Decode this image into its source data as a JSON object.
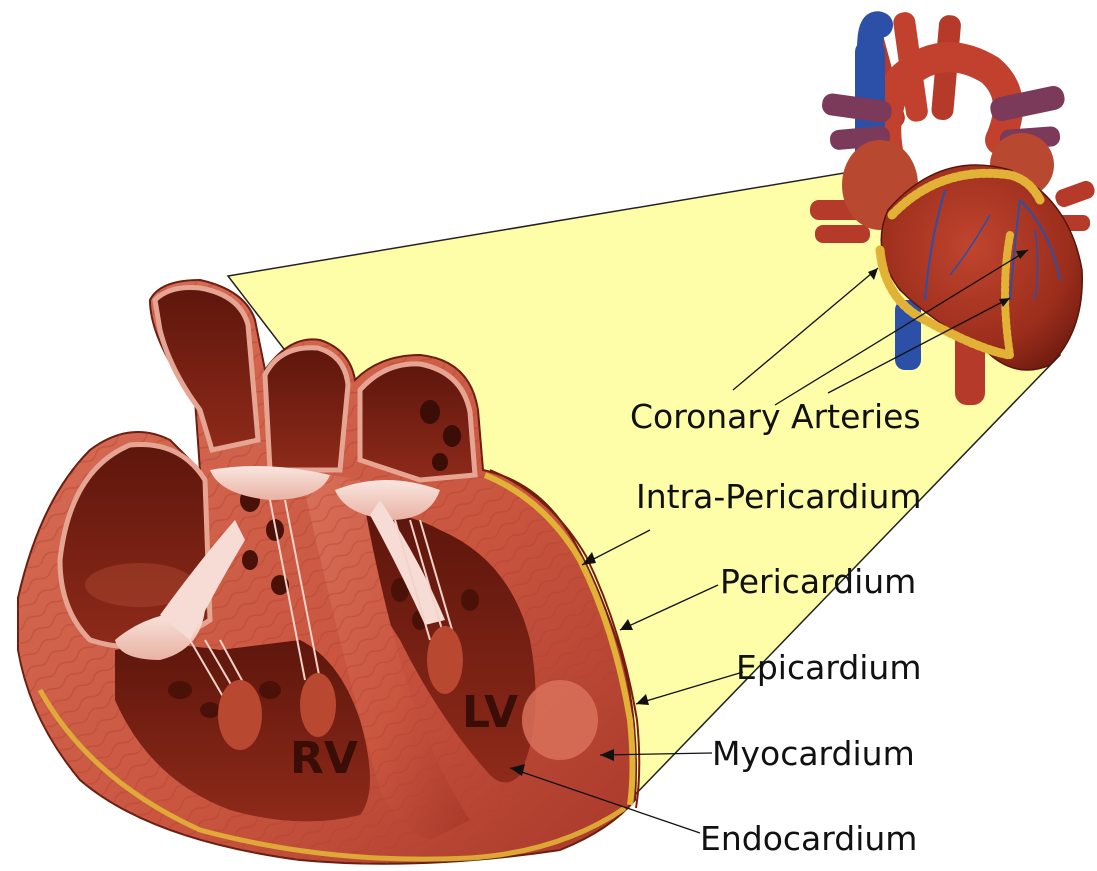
{
  "labels": {
    "coronary_arteries": "Coronary Arteries",
    "intra_pericardium": "Intra-Pericardium",
    "pericardium": "Pericardium",
    "epicardium": "Epicardium",
    "myocardium": "Myocardium",
    "endocardium": "Endocardium",
    "lv": "LV",
    "rv": "RV"
  },
  "colors": {
    "projection_fill": "#fefea8",
    "muscle": "#c9553f",
    "muscle_dark": "#8e2a1a",
    "chamber": "#7a1d10",
    "valve": "#f6dcd4",
    "fat": "#e2b237",
    "vein_blue": "#2c4fa8",
    "leader": "#111111"
  }
}
